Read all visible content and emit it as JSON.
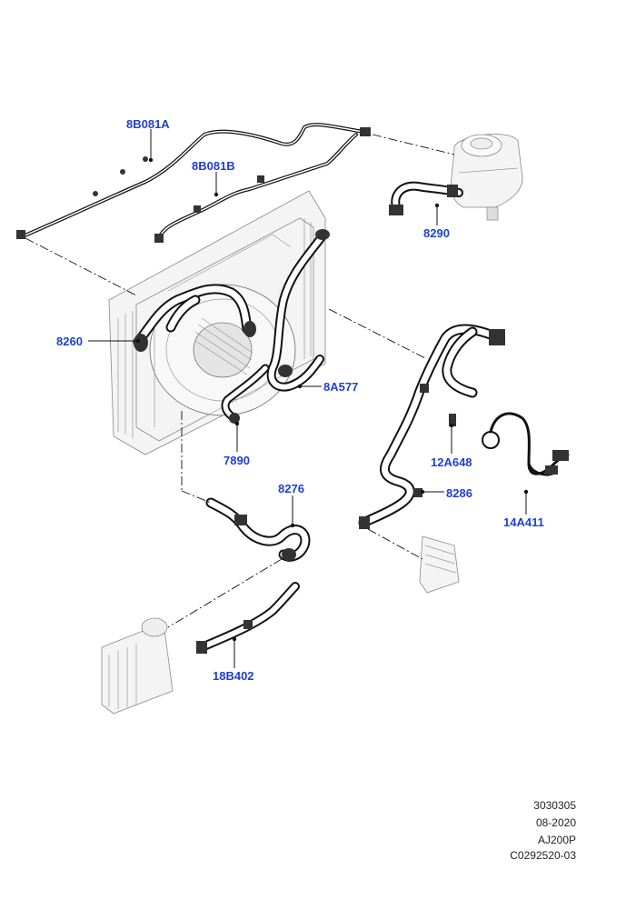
{
  "callouts": [
    "8B081A",
    "8B081B",
    "8290",
    "8260",
    "8A577",
    "7890",
    "12A648",
    "8276",
    "8286",
    "14A411",
    "18B402"
  ],
  "footer": {
    "illustration_id": "3030305",
    "date": "08-2020",
    "engine": "AJ200P",
    "reference": "C0292520-03"
  },
  "colors": {
    "callout_text": "#1f3fd6",
    "linework": "#111111",
    "component_fill": "#f4f4f4"
  }
}
